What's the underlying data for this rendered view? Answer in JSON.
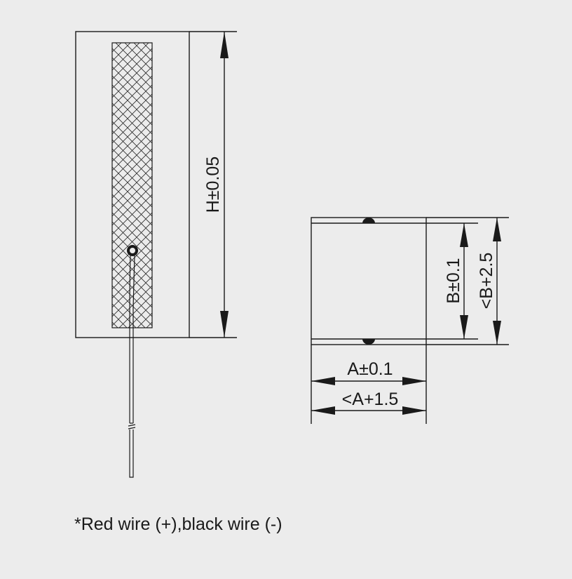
{
  "side_view": {
    "height_label": "H±0.05"
  },
  "top_view": {
    "b_label": "B±0.1",
    "b_outer_label": "<B+2.5",
    "a_label": "A±0.1",
    "a_outer_label": "<A+1.5"
  },
  "note": "*Red wire (+),black wire (-)",
  "colors": {
    "background": "#ececec",
    "line": "#1a1a1a"
  }
}
